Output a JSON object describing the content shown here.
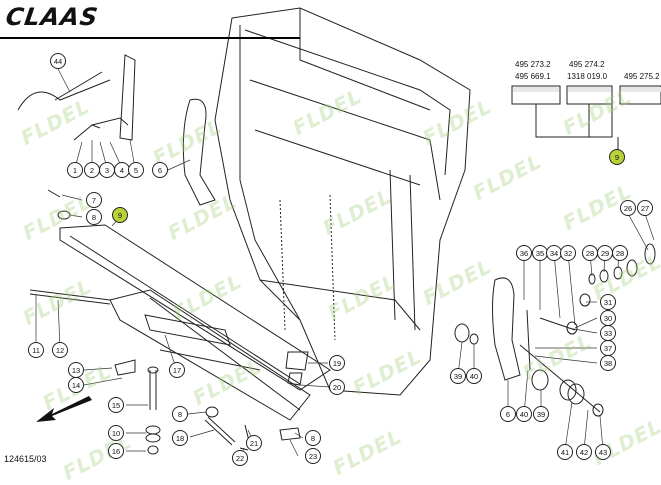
{
  "brand": {
    "logo_text": "CLAAS"
  },
  "drawing_number": "124615/03",
  "part_numbers": {
    "left_top": "495 273.2",
    "left_bottom": "495 669.1",
    "mid_top": "495 274.2",
    "mid_bottom": "1318 019.0",
    "right_top": "495 275.2"
  },
  "watermark_text": "FLDEL",
  "callouts": [
    {
      "id": "c44",
      "label": "44"
    },
    {
      "id": "c1",
      "label": "1"
    },
    {
      "id": "c2",
      "label": "2"
    },
    {
      "id": "c3",
      "label": "3"
    },
    {
      "id": "c4",
      "label": "4"
    },
    {
      "id": "c5",
      "label": "5"
    },
    {
      "id": "c6a",
      "label": "6"
    },
    {
      "id": "c7",
      "label": "7"
    },
    {
      "id": "c8a",
      "label": "8"
    },
    {
      "id": "c9a",
      "label": "9"
    },
    {
      "id": "c9b",
      "label": "9"
    },
    {
      "id": "c11",
      "label": "11"
    },
    {
      "id": "c12",
      "label": "12"
    },
    {
      "id": "c13",
      "label": "13"
    },
    {
      "id": "c14",
      "label": "14"
    },
    {
      "id": "c15",
      "label": "15"
    },
    {
      "id": "c10",
      "label": "10"
    },
    {
      "id": "c16",
      "label": "16"
    },
    {
      "id": "c17",
      "label": "17"
    },
    {
      "id": "c8b",
      "label": "8"
    },
    {
      "id": "c18",
      "label": "18"
    },
    {
      "id": "c19",
      "label": "19"
    },
    {
      "id": "c20",
      "label": "20"
    },
    {
      "id": "c21",
      "label": "21"
    },
    {
      "id": "c22",
      "label": "22"
    },
    {
      "id": "c23",
      "label": "23"
    },
    {
      "id": "c8c",
      "label": "8"
    },
    {
      "id": "c26",
      "label": "26"
    },
    {
      "id": "c27",
      "label": "27"
    },
    {
      "id": "c28a",
      "label": "28"
    },
    {
      "id": "c29",
      "label": "29"
    },
    {
      "id": "c28b",
      "label": "28"
    },
    {
      "id": "c36",
      "label": "36"
    },
    {
      "id": "c35",
      "label": "35"
    },
    {
      "id": "c34",
      "label": "34"
    },
    {
      "id": "c32",
      "label": "32"
    },
    {
      "id": "c31",
      "label": "31"
    },
    {
      "id": "c30",
      "label": "30"
    },
    {
      "id": "c33",
      "label": "33"
    },
    {
      "id": "c37",
      "label": "37"
    },
    {
      "id": "c38",
      "label": "38"
    },
    {
      "id": "c39a",
      "label": "39"
    },
    {
      "id": "c40a",
      "label": "40"
    },
    {
      "id": "c6b",
      "label": "6"
    },
    {
      "id": "c40b",
      "label": "40"
    },
    {
      "id": "c39b",
      "label": "39"
    },
    {
      "id": "c41",
      "label": "41"
    },
    {
      "id": "c42",
      "label": "42"
    },
    {
      "id": "c43",
      "label": "43"
    }
  ]
}
